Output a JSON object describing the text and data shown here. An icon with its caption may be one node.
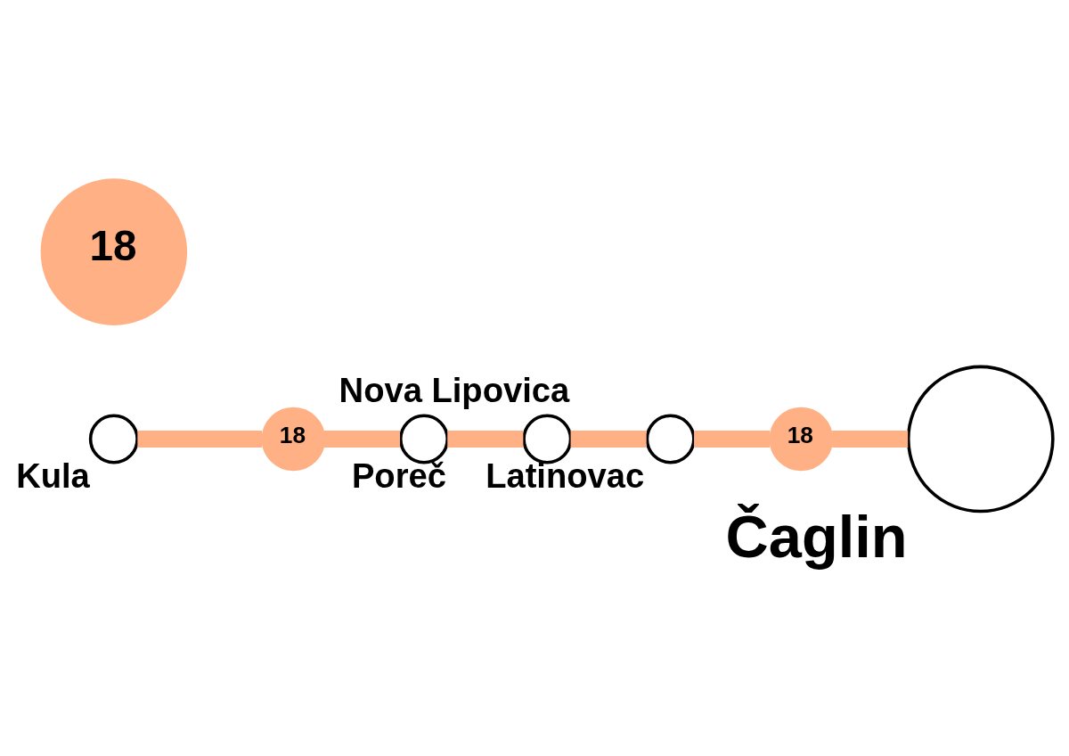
{
  "diagram": {
    "nodes": [
      {
        "text": [],
        "shape": "circle",
        "beside": [
          "Kula"
        ]
      },
      {
        "text": [
          "18"
        ]
      },
      {
        "text": [
          "18"
        ]
      },
      {
        "text": [],
        "shape": "circle",
        "beside": [
          "Poreč"
        ]
      },
      {
        "text": [],
        "shape": "circle",
        "beside": [
          "Nova Lipovica"
        ]
      },
      {
        "text": [],
        "shape": "circle",
        "beside": [
          "Latinovac"
        ]
      },
      {
        "text": [
          "18"
        ]
      },
      {
        "text": [],
        "shape": "circle",
        "beside": [
          "Čaglin"
        ]
      }
    ],
    "edges": [
      {
        "from": 0,
        "to": 2,
        "arrow": "none"
      },
      {
        "from": 2,
        "to": 3,
        "arrow": "none"
      },
      {
        "from": 3,
        "to": 4,
        "arrow": "none"
      },
      {
        "from": 4,
        "to": 5,
        "arrow": "none"
      },
      {
        "from": 5,
        "to": 6,
        "arrow": "none"
      },
      {
        "from": 6,
        "to": 7,
        "arrow": "none"
      }
    ]
  }
}
